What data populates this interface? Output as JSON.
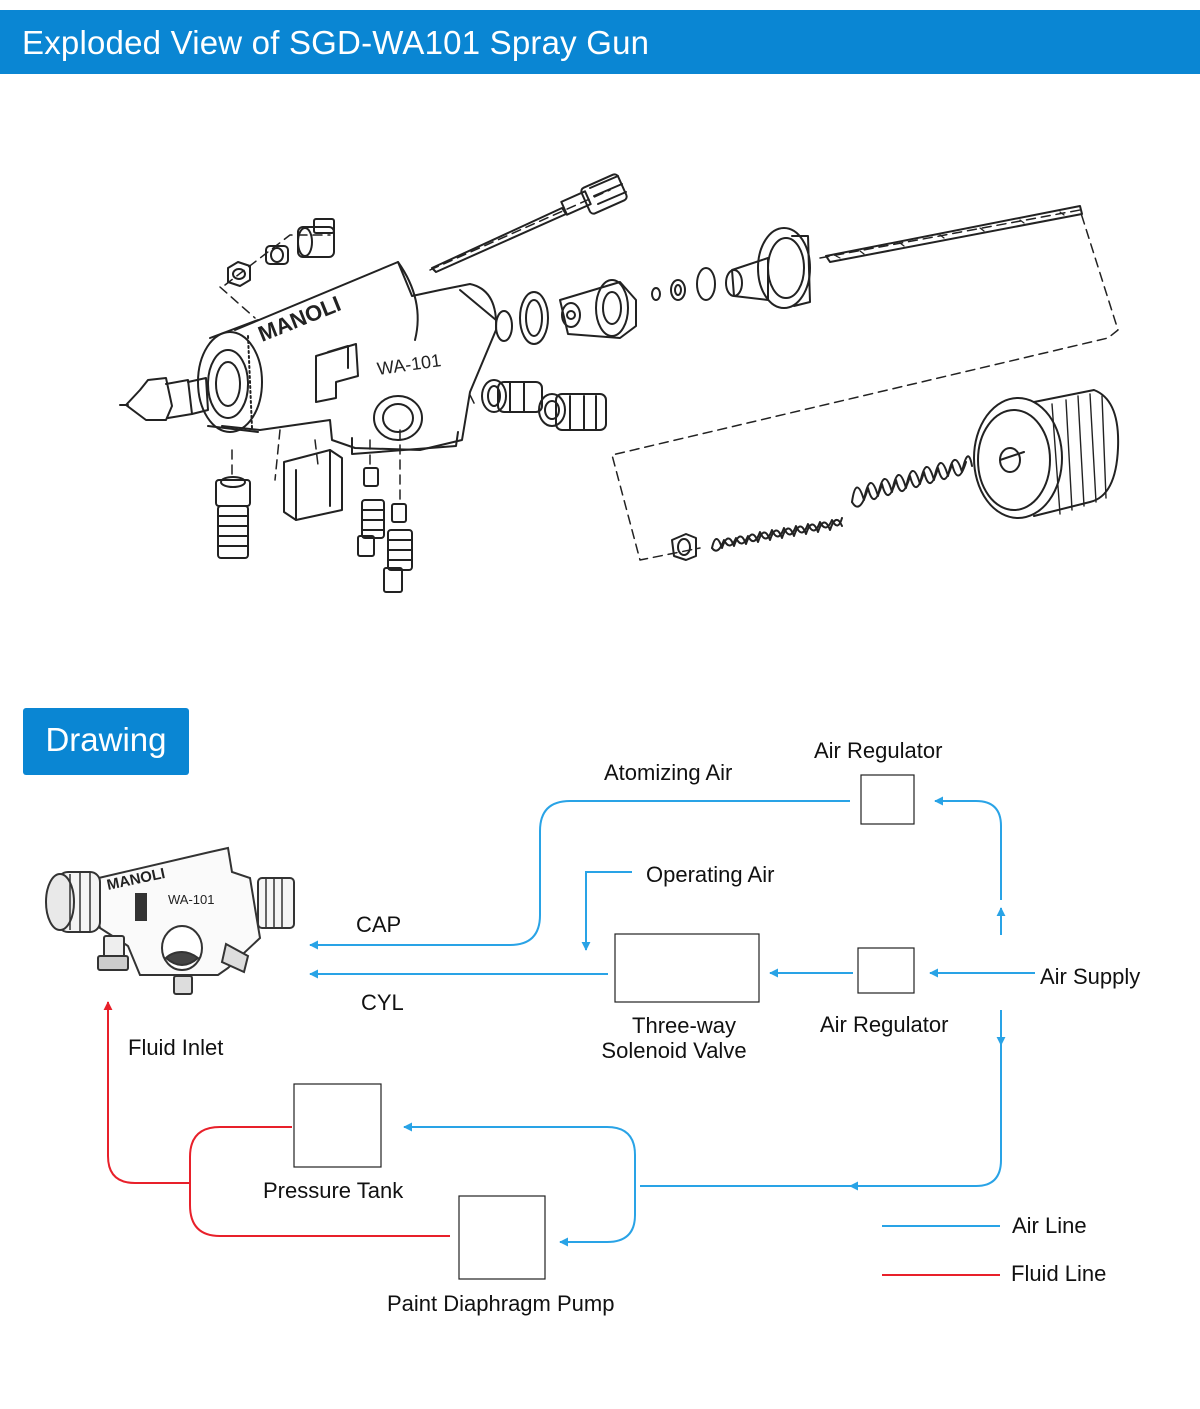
{
  "header": {
    "title": "Exploded View of SGD-WA101 Spray Gun"
  },
  "exploded_view": {
    "brand": "MANOLI",
    "model": "WA-101"
  },
  "drawing": {
    "badge": "Drawing",
    "gun": {
      "brand": "MANOLI",
      "model": "WA-101"
    },
    "labels": {
      "atomizing_air": "Atomizing Air",
      "operating_air": "Operating Air",
      "air_regulator_top": "Air Regulator",
      "air_regulator_mid": "Air Regulator",
      "air_supply": "Air Supply",
      "cap": "CAP",
      "cyl": "CYL",
      "solenoid_line1": "Three-way",
      "solenoid_line2": "Solenoid Valve",
      "fluid_inlet": "Fluid Inlet",
      "pressure_tank": "Pressure Tank",
      "diaphragm_pump": "Paint Diaphragm Pump"
    },
    "legend": [
      {
        "label": "Air Line",
        "color": "#29a3e6"
      },
      {
        "label": "Fluid Line",
        "color": "#e8202a"
      }
    ]
  },
  "colors": {
    "brand_blue": "#0a86d3",
    "air_line": "#29a3e6",
    "fluid_line": "#e8202a"
  }
}
